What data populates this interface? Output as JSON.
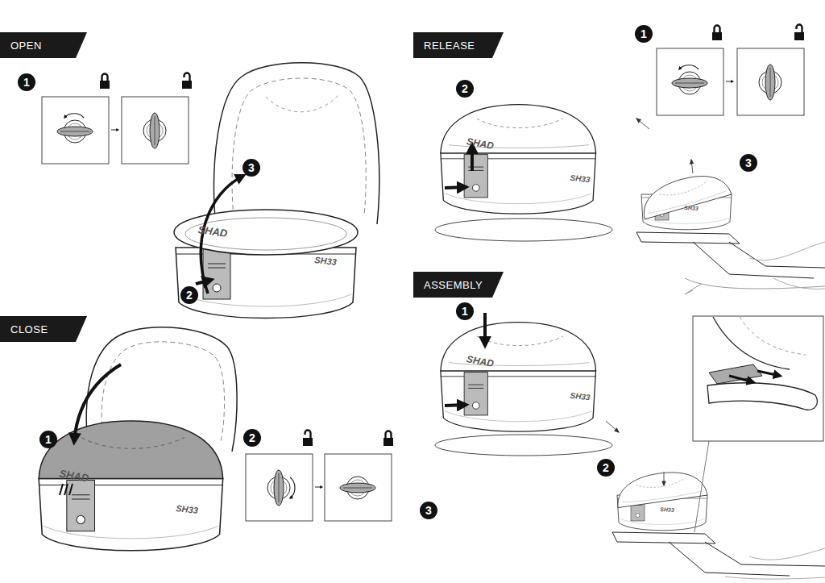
{
  "diagram": {
    "nodes": [
      {
        "text": [
          "OPEN"
        ]
      },
      {
        "text": [
          "1"
        ]
      },
      {
        "text": [
          "2"
        ]
      },
      {
        "text": [
          "3"
        ]
      },
      {
        "text": [
          "RELEASE"
        ]
      },
      {
        "text": [
          "1"
        ]
      },
      {
        "text": [
          "2"
        ]
      },
      {
        "text": [
          "3"
        ]
      },
      {
        "text": [
          "CLOSE"
        ]
      },
      {
        "text": [
          "1"
        ]
      },
      {
        "text": [
          "2"
        ]
      },
      {
        "text": [
          "ASSEMBLY"
        ]
      },
      {
        "text": [
          "1"
        ]
      },
      {
        "text": [
          "2"
        ]
      },
      {
        "text": [
          "3"
        ]
      }
    ],
    "labels": [
      "SHAD",
      "SH33",
      "SHAD",
      "SH33",
      "SH33",
      "SHAD",
      "SH33",
      "SHAD",
      "SH33",
      "SH33"
    ]
  }
}
